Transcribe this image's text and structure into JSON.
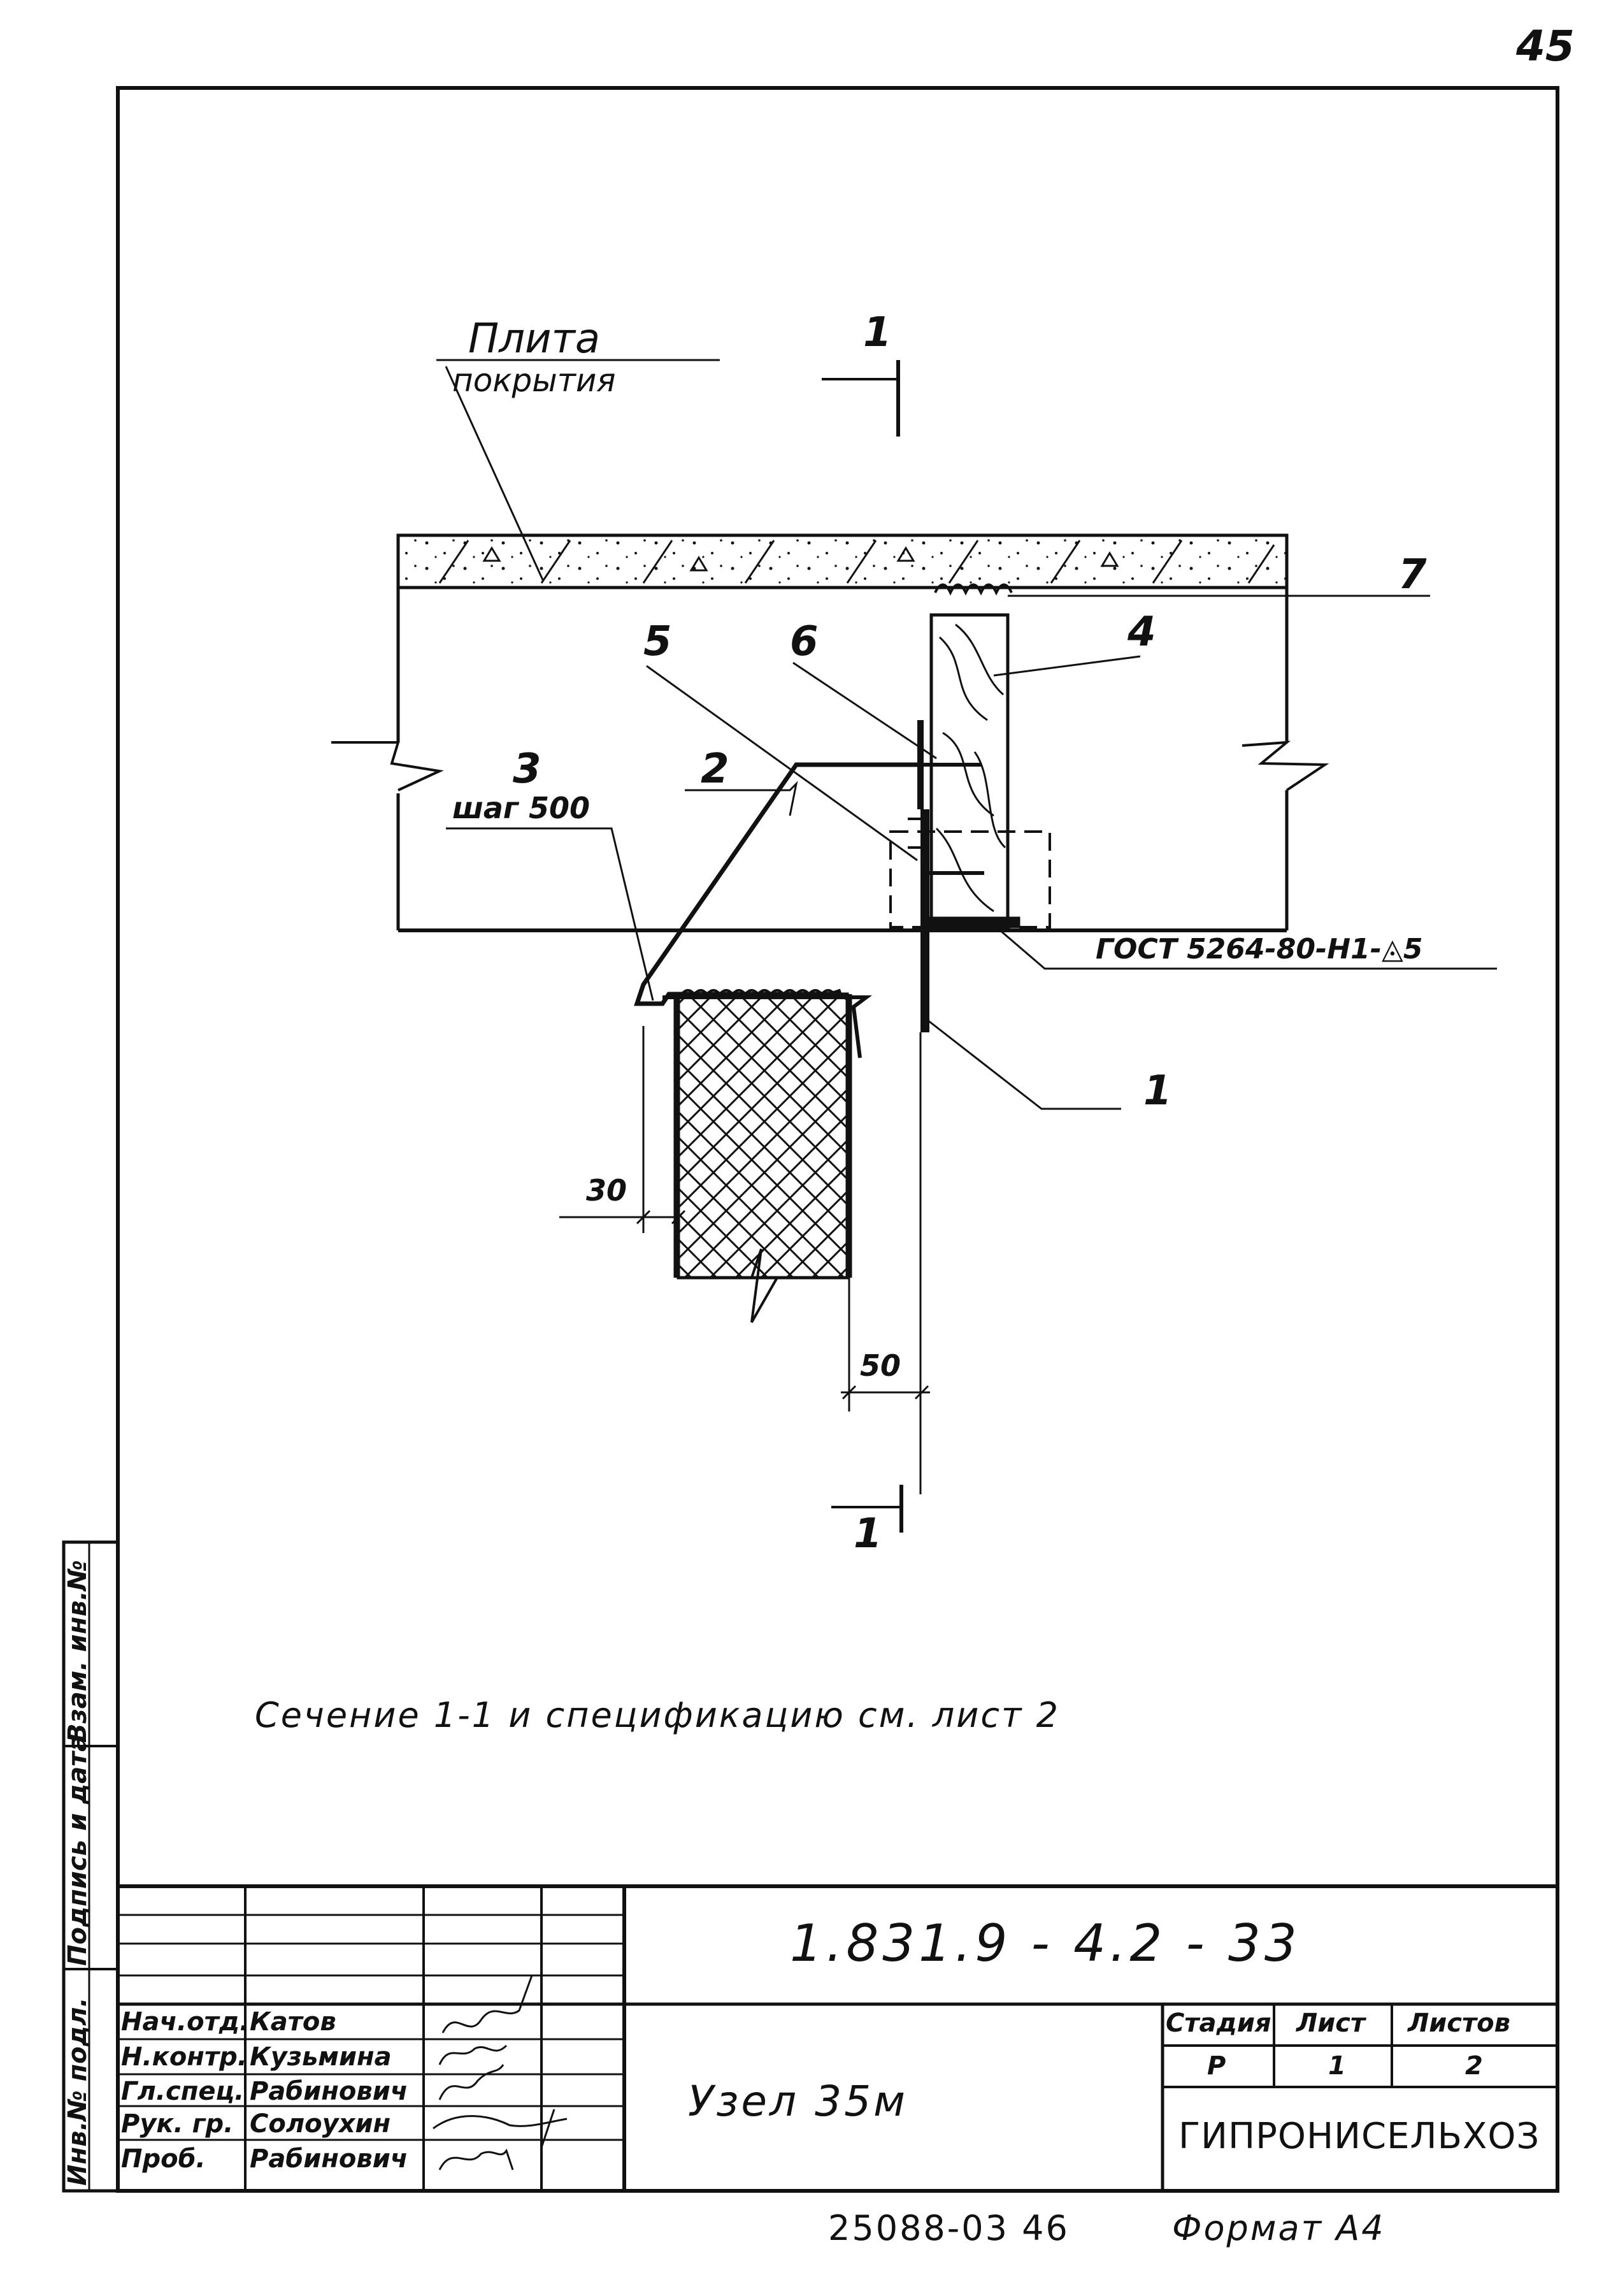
{
  "page_number": "45",
  "labels": {
    "plate_line1": "Плита",
    "plate_line2": "покрытия",
    "section_top": "1",
    "section_bottom": "1",
    "item1": "1",
    "item2": "2",
    "item3": "3",
    "item3_step": "шаг 500",
    "item4": "4",
    "item5": "5",
    "item6": "6",
    "item7": "7",
    "weld_note": "ГОСТ 5264-80-Н1-◬5",
    "dim_30": "30",
    "dim_50": "50"
  },
  "note": "Сечение  1-1  и спецификацию  см. лист 2",
  "side_stamp": {
    "inv_orig": "Инв.№ подл.",
    "sign_date": "Подпись и дата",
    "inv_replace": "Взам. инв.№"
  },
  "title_block": {
    "doc_code": "1.831.9 - 4.2 - 33",
    "title": "Узел  35м",
    "org": "ГИПРОНИСЕЛЬХОЗ",
    "stage_label": "Стадия",
    "sheet_label": "Лист",
    "sheets_label": "Листов",
    "stage_value": "Р",
    "sheet_value": "1",
    "sheets_value": "2",
    "roles": [
      {
        "role": "Нач.отд.",
        "name": "Катов"
      },
      {
        "role": "Н.контр.",
        "name": "Кузьмина"
      },
      {
        "role": "Гл.спец.",
        "name": "Рабинович"
      },
      {
        "role": "Рук. гр.",
        "name": "Солоухин"
      },
      {
        "role": "Проб.",
        "name": "Рабинович"
      }
    ]
  },
  "footer": {
    "archive_no": "25088-03  46",
    "format": "Формат А4"
  }
}
